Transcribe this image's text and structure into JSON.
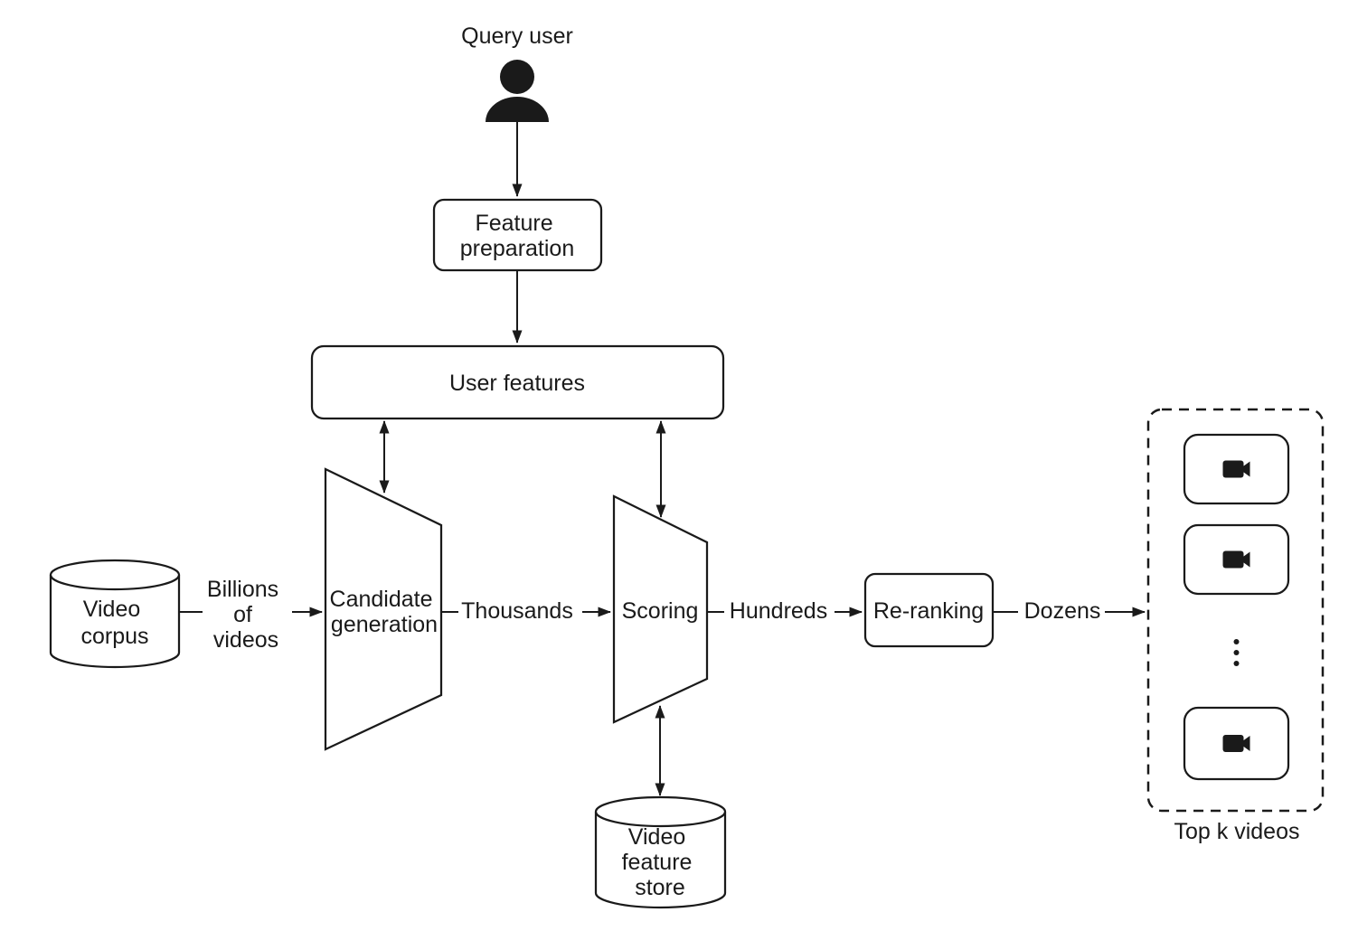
{
  "colors": {
    "ink": "#1a1a1a",
    "background": "#ffffff"
  },
  "nodes": {
    "query_user": {
      "label": "Query user"
    },
    "feature_preparation": {
      "lines": [
        "Feature",
        "preparation"
      ]
    },
    "user_features": {
      "label": "User features"
    },
    "video_corpus": {
      "lines": [
        "Video",
        "corpus"
      ]
    },
    "candidate_generation": {
      "lines": [
        "Candidate",
        "generation"
      ]
    },
    "scoring": {
      "label": "Scoring"
    },
    "re_ranking": {
      "label": "Re-ranking"
    },
    "video_feature_store": {
      "lines": [
        "Video",
        "feature",
        "store"
      ]
    },
    "top_k_videos": {
      "label": "Top k videos"
    }
  },
  "edges": {
    "billions_of_videos": {
      "lines": [
        "Billions",
        "of",
        "videos"
      ]
    },
    "thousands": {
      "label": "Thousands"
    },
    "hundreds": {
      "label": "Hundreds"
    },
    "dozens": {
      "label": "Dozens"
    }
  },
  "icons": {
    "user": "user-icon",
    "video_camera": "video-camera-icon",
    "database": "database-cylinder-icon",
    "ellipsis": "vertical-ellipsis-icon"
  }
}
